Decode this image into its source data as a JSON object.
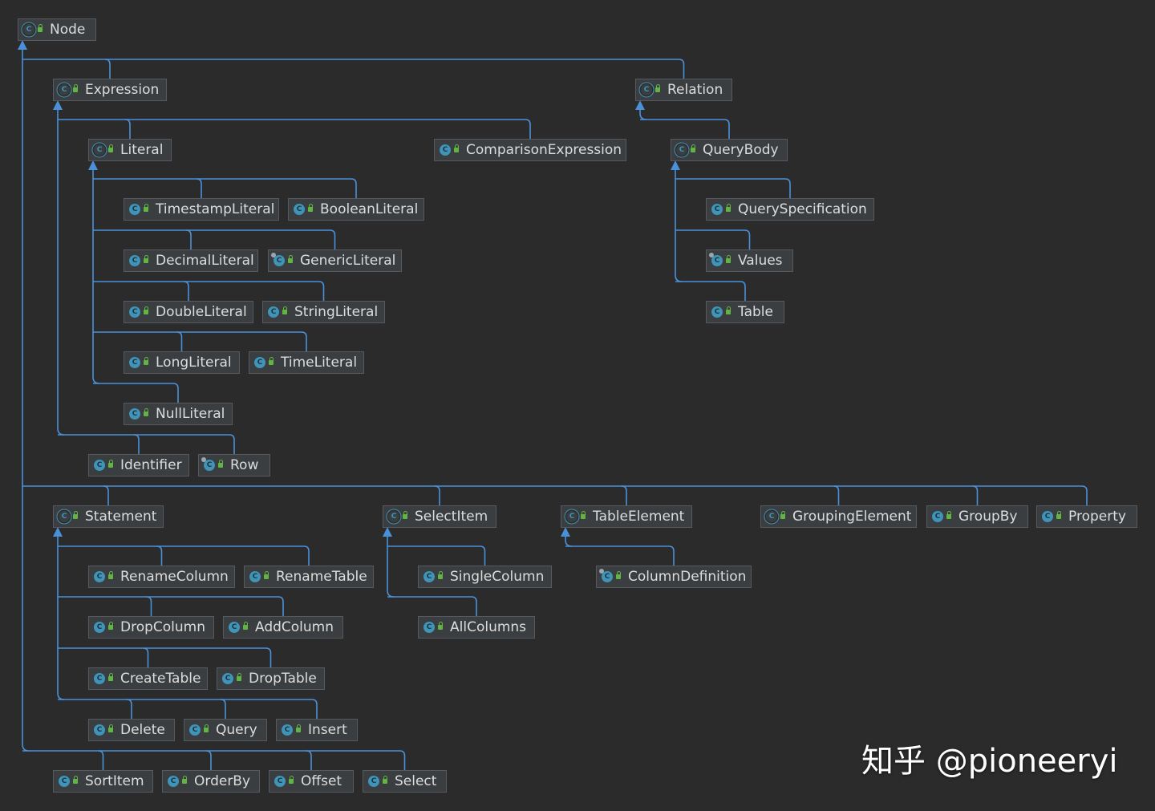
{
  "diagram": {
    "edge_color": "#4a90d9",
    "nodes": [
      {
        "id": "Node",
        "label": "Node",
        "kind": "abstract"
      },
      {
        "id": "Expression",
        "label": "Expression",
        "kind": "abstract"
      },
      {
        "id": "Relation",
        "label": "Relation",
        "kind": "abstract"
      },
      {
        "id": "Literal",
        "label": "Literal",
        "kind": "abstract"
      },
      {
        "id": "ComparisonExpression",
        "label": "ComparisonExpression",
        "kind": "class"
      },
      {
        "id": "QueryBody",
        "label": "QueryBody",
        "kind": "abstract"
      },
      {
        "id": "TimestampLiteral",
        "label": "TimestampLiteral",
        "kind": "class"
      },
      {
        "id": "BooleanLiteral",
        "label": "BooleanLiteral",
        "kind": "class"
      },
      {
        "id": "QuerySpecification",
        "label": "QuerySpecification",
        "kind": "class"
      },
      {
        "id": "DecimalLiteral",
        "label": "DecimalLiteral",
        "kind": "class"
      },
      {
        "id": "GenericLiteral",
        "label": "GenericLiteral",
        "kind": "anon"
      },
      {
        "id": "Values",
        "label": "Values",
        "kind": "anon"
      },
      {
        "id": "DoubleLiteral",
        "label": "DoubleLiteral",
        "kind": "class"
      },
      {
        "id": "StringLiteral",
        "label": "StringLiteral",
        "kind": "class"
      },
      {
        "id": "Table",
        "label": "Table",
        "kind": "class"
      },
      {
        "id": "LongLiteral",
        "label": "LongLiteral",
        "kind": "class"
      },
      {
        "id": "TimeLiteral",
        "label": "TimeLiteral",
        "kind": "class"
      },
      {
        "id": "NullLiteral",
        "label": "NullLiteral",
        "kind": "class"
      },
      {
        "id": "Identifier",
        "label": "Identifier",
        "kind": "class"
      },
      {
        "id": "Row",
        "label": "Row",
        "kind": "anon"
      },
      {
        "id": "Statement",
        "label": "Statement",
        "kind": "abstract"
      },
      {
        "id": "SelectItem",
        "label": "SelectItem",
        "kind": "abstract"
      },
      {
        "id": "TableElement",
        "label": "TableElement",
        "kind": "abstract"
      },
      {
        "id": "GroupingElement",
        "label": "GroupingElement",
        "kind": "abstract"
      },
      {
        "id": "GroupBy",
        "label": "GroupBy",
        "kind": "class"
      },
      {
        "id": "Property",
        "label": "Property",
        "kind": "class"
      },
      {
        "id": "RenameColumn",
        "label": "RenameColumn",
        "kind": "class"
      },
      {
        "id": "RenameTable",
        "label": "RenameTable",
        "kind": "class"
      },
      {
        "id": "SingleColumn",
        "label": "SingleColumn",
        "kind": "class"
      },
      {
        "id": "ColumnDefinition",
        "label": "ColumnDefinition",
        "kind": "anon"
      },
      {
        "id": "DropColumn",
        "label": "DropColumn",
        "kind": "class"
      },
      {
        "id": "AddColumn",
        "label": "AddColumn",
        "kind": "class"
      },
      {
        "id": "AllColumns",
        "label": "AllColumns",
        "kind": "class"
      },
      {
        "id": "CreateTable",
        "label": "CreateTable",
        "kind": "class"
      },
      {
        "id": "DropTable",
        "label": "DropTable",
        "kind": "class"
      },
      {
        "id": "Delete",
        "label": "Delete",
        "kind": "class"
      },
      {
        "id": "Query",
        "label": "Query",
        "kind": "class"
      },
      {
        "id": "Insert",
        "label": "Insert",
        "kind": "class"
      },
      {
        "id": "SortItem",
        "label": "SortItem",
        "kind": "class"
      },
      {
        "id": "OrderBy",
        "label": "OrderBy",
        "kind": "class"
      },
      {
        "id": "Offset",
        "label": "Offset",
        "kind": "class"
      },
      {
        "id": "Select",
        "label": "Select",
        "kind": "class"
      }
    ],
    "edges": [
      {
        "parent": "Node",
        "children": [
          "Expression",
          "Relation",
          "Statement",
          "SelectItem",
          "TableElement",
          "GroupingElement",
          "GroupBy",
          "Property",
          "SortItem",
          "OrderBy",
          "Offset",
          "Select"
        ]
      },
      {
        "parent": "Expression",
        "children": [
          "Literal",
          "ComparisonExpression",
          "Identifier",
          "Row"
        ]
      },
      {
        "parent": "Literal",
        "children": [
          "TimestampLiteral",
          "BooleanLiteral",
          "DecimalLiteral",
          "GenericLiteral",
          "DoubleLiteral",
          "StringLiteral",
          "LongLiteral",
          "TimeLiteral",
          "NullLiteral"
        ]
      },
      {
        "parent": "Relation",
        "children": [
          "QueryBody"
        ]
      },
      {
        "parent": "QueryBody",
        "children": [
          "QuerySpecification",
          "Values",
          "Table"
        ]
      },
      {
        "parent": "Statement",
        "children": [
          "RenameColumn",
          "RenameTable",
          "DropColumn",
          "AddColumn",
          "CreateTable",
          "DropTable",
          "Delete",
          "Query",
          "Insert"
        ]
      },
      {
        "parent": "SelectItem",
        "children": [
          "SingleColumn",
          "AllColumns"
        ]
      },
      {
        "parent": "TableElement",
        "children": [
          "ColumnDefinition"
        ]
      }
    ]
  },
  "watermark": "知乎 @pioneeryi"
}
